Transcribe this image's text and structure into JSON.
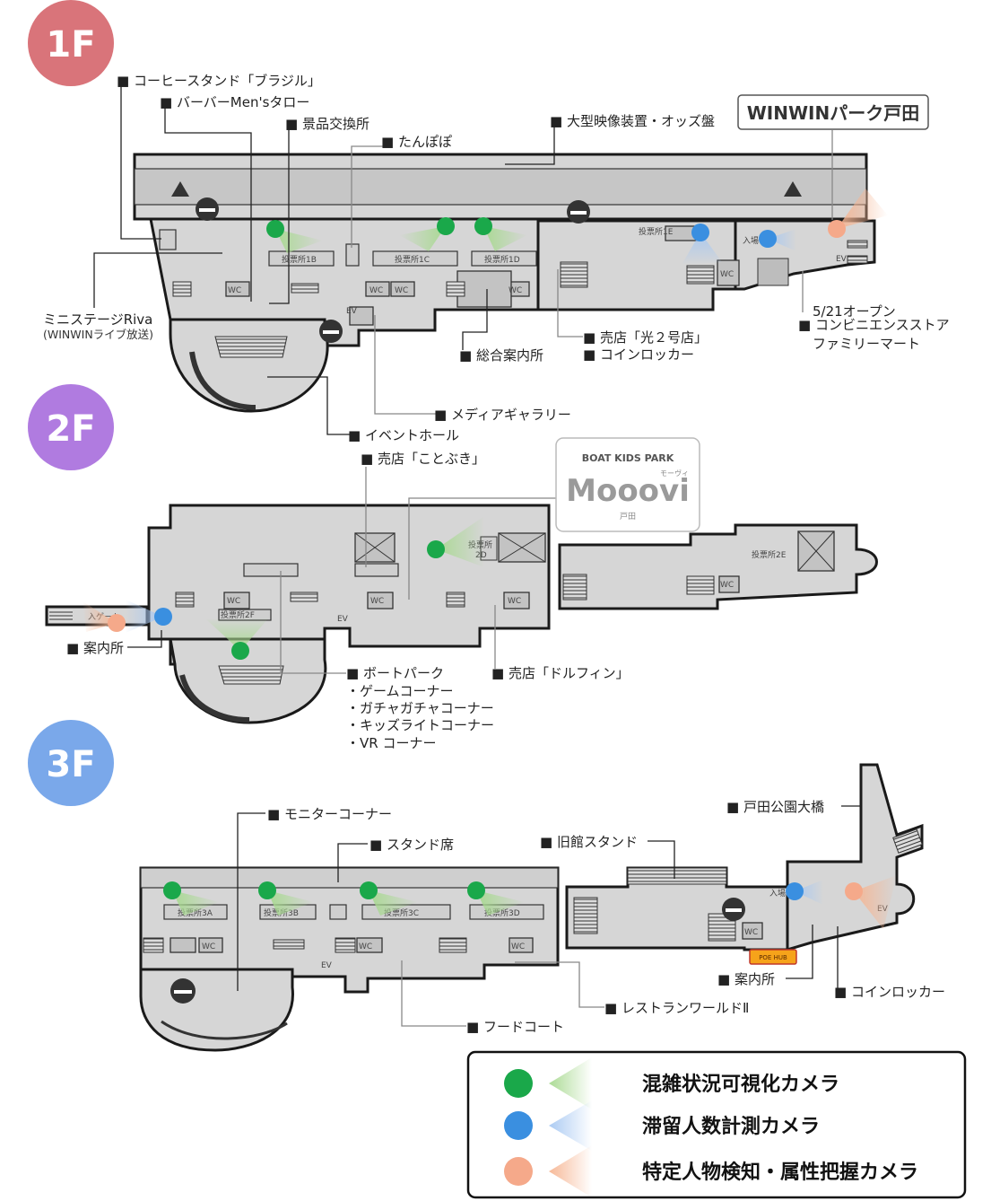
{
  "floors": {
    "f1": {
      "badge": "1F",
      "color": "#d9747a",
      "labels": {
        "coffee": "■ コーヒースタンド「ブラジル」",
        "barber": "■ バーバーMen'sタロー",
        "prize": "■ 景品交換所",
        "tanpopo": "■ たんぽぽ",
        "screen": "■ 大型映像装置・オッズ盤",
        "stage1": "ミニステージRiva",
        "stage2": "(WINWINライブ放送)",
        "info": "■ 総合案内所",
        "shop": "■ 売店「光２号店」",
        "locker": "■ コインロッカー",
        "open": "5/21オープン",
        "conv": "■ コンビニエンスストア",
        "fm": "ファミリーマート",
        "media": "■ メディアギャラリー",
        "hall": "■ イベントホール"
      },
      "map": {
        "b1b": "投票所1B",
        "b1c": "投票所1C",
        "b1d": "投票所1D",
        "b1e": "投票所1E",
        "entry": "入場",
        "wc": "WC",
        "ev": "EV"
      }
    },
    "f2": {
      "badge": "2F",
      "color": "#b07be0",
      "labels": {
        "kotobuki": "■ 売店「ことぶき」",
        "info": "■ 案内所",
        "boatpark": "■ ボートパーク",
        "game": "・ゲームコーナー",
        "gacha": "・ガチャガチャコーナー",
        "kids": "・キッズライトコーナー",
        "vr": "・VR コーナー",
        "dolphin": "■ 売店「ドルフィン」"
      },
      "map": {
        "b2d1": "投票所",
        "b2d2": "2D",
        "b2e": "投票所2E",
        "b2f": "投票所2F",
        "gate": "入ゲート",
        "wc": "WC",
        "ev": "EV"
      },
      "kids_logo": {
        "top": "BOAT KIDS PARK",
        "name": "Mooovi",
        "ruby": "モーヴィ",
        "sub": "戸田"
      }
    },
    "f3": {
      "badge": "3F",
      "color": "#7aa8ea",
      "labels": {
        "monitor": "■ モニターコーナー",
        "stand": "■ スタンド席",
        "oldstand": "■ 旧館スタンド",
        "bridge": "■ 戸田公園大橋",
        "info": "■ 案内所",
        "locker": "■ コインロッカー",
        "restaurant": "■ レストランワールドⅡ",
        "food": "■ フードコート"
      },
      "map": {
        "b3a": "投票所3A",
        "b3b": "投票所3B",
        "b3c": "投票所3C",
        "b3d": "投票所3D",
        "entry": "入場",
        "poe": "POE HUB",
        "wc": "WC",
        "ev": "EV"
      }
    }
  },
  "logo": {
    "text": "WINWINパーク戸田"
  },
  "legend": [
    {
      "label": "混雑状況可視化カメラ",
      "color": "#1aa84a",
      "cone": "#b9dfa8"
    },
    {
      "label": "滞留人数計測カメラ",
      "color": "#3a8fe0",
      "cone": "#b8d3f3"
    },
    {
      "label": "特定人物検知・属性把握カメラ",
      "color": "#f5a98a",
      "cone": "#f8c9ad"
    }
  ]
}
